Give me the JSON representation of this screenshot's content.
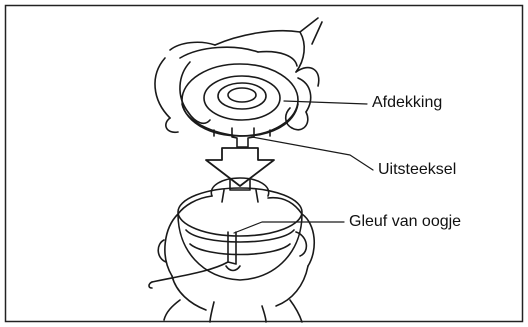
{
  "figure": {
    "labels": {
      "cover": "Afdekking",
      "protrusion": "Uitsteeksel",
      "eyelet_slot": "Gleuf van oogje"
    },
    "colors": {
      "line": "#1a1a1a",
      "frame": "#222222",
      "background": "#ffffff"
    }
  }
}
